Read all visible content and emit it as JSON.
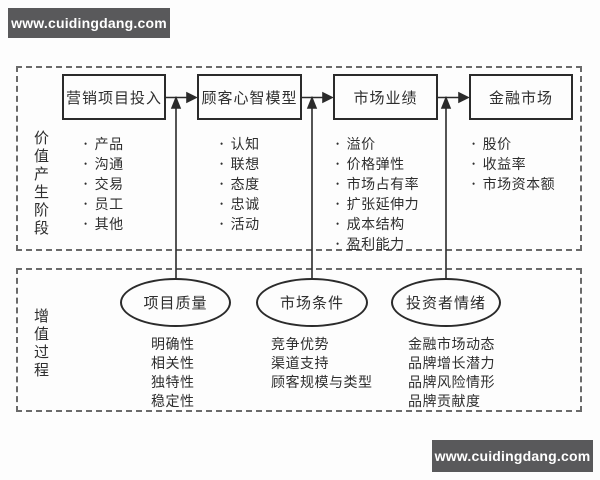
{
  "watermark_top": {
    "text": "www.cuidingdang.com"
  },
  "watermark_bottom": {
    "text": "www.cuidingdang.com"
  },
  "colors": {
    "line": "#2b2b2b",
    "watermark_bg": "#59595b",
    "background": "#fdfdfd"
  },
  "top_section": {
    "side_label": "价值产生阶段",
    "stages": [
      {
        "label": "营销项目投入",
        "items": [
          "产品",
          "沟通",
          "交易",
          "员工",
          "其他"
        ]
      },
      {
        "label": "顾客心智模型",
        "items": [
          "认知",
          "联想",
          "态度",
          "忠诚",
          "活动"
        ]
      },
      {
        "label": "市场业绩",
        "items": [
          "溢价",
          "价格弹性",
          "市场占有率",
          "扩张延伸力",
          "成本结构",
          "盈利能力"
        ]
      },
      {
        "label": "金融市场",
        "items": [
          "股价",
          "收益率",
          "市场资本额"
        ]
      }
    ]
  },
  "bottom_section": {
    "side_label": "增值过程",
    "factors": [
      {
        "label": "项目质量",
        "items": [
          "明确性",
          "相关性",
          "独特性",
          "稳定性"
        ]
      },
      {
        "label": "市场条件",
        "items": [
          "竞争优势",
          "渠道支持",
          "顾客规模与类型"
        ]
      },
      {
        "label": "投资者情绪",
        "items": [
          "金融市场动态",
          "品牌增长潜力",
          "品牌风险情形",
          "品牌贡献度"
        ]
      }
    ]
  }
}
